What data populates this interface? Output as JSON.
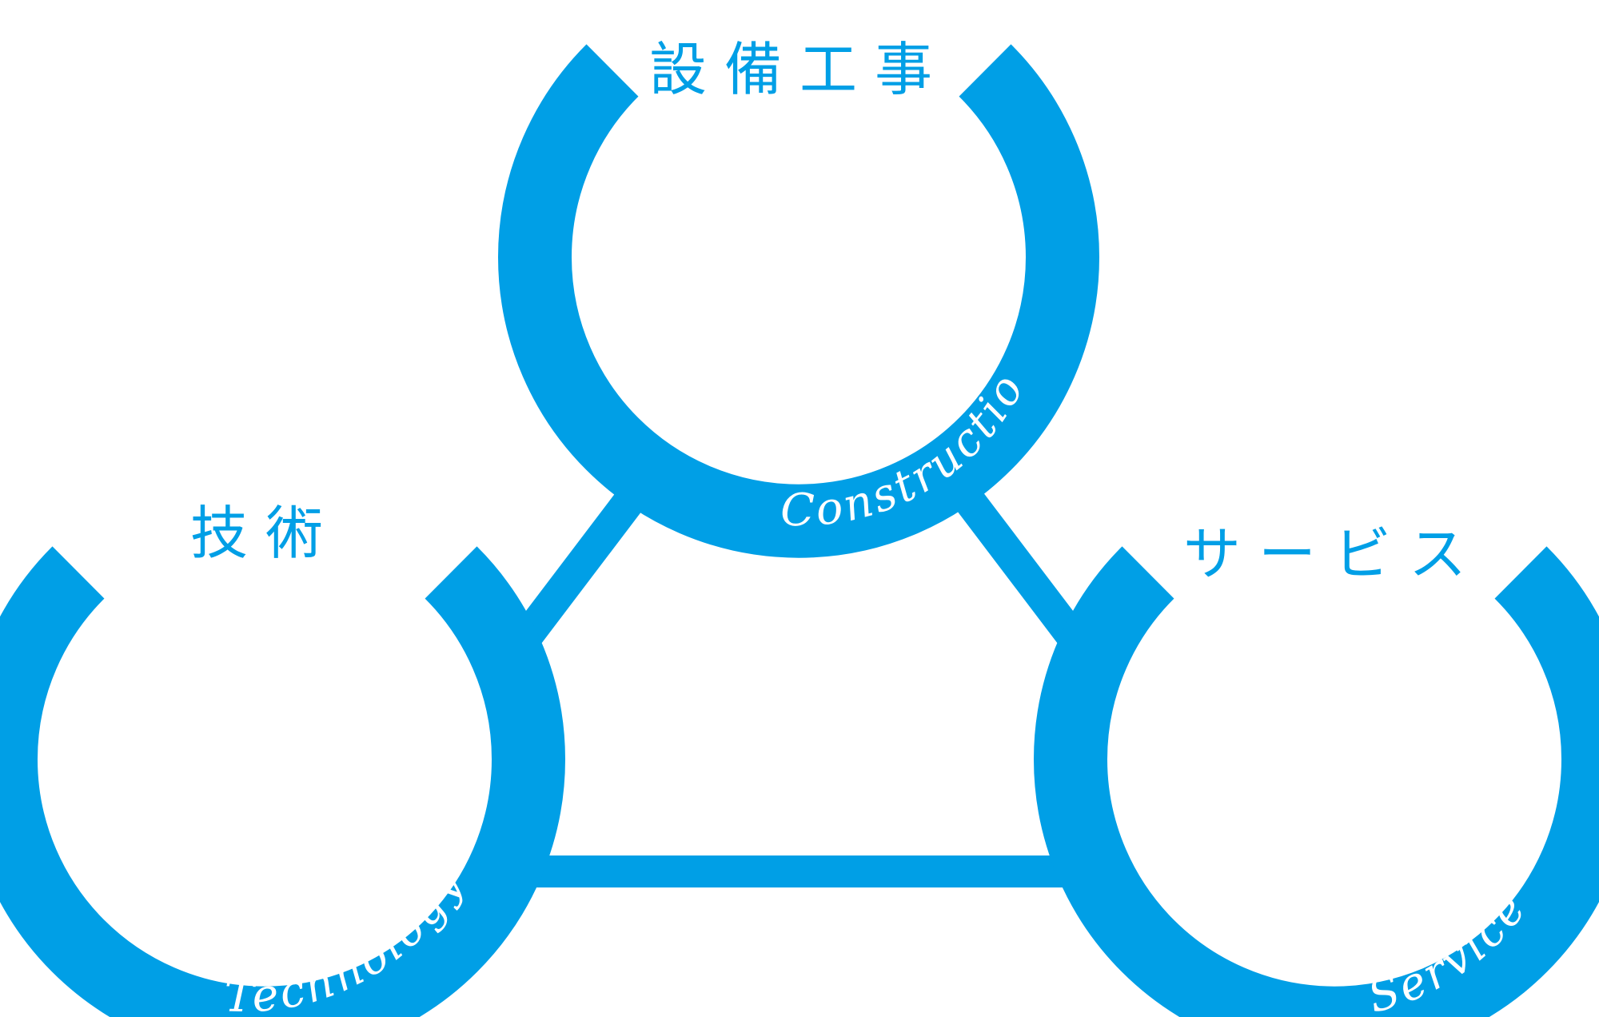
{
  "colors": {
    "primary": "#009fe6",
    "background": "#ffffff"
  },
  "nodes": {
    "construction": {
      "title": "設備工事",
      "subtitle": "Construction"
    },
    "technology": {
      "title": "技術",
      "subtitle": "Technology"
    },
    "service": {
      "title": "サービス",
      "subtitle": "Service"
    }
  }
}
